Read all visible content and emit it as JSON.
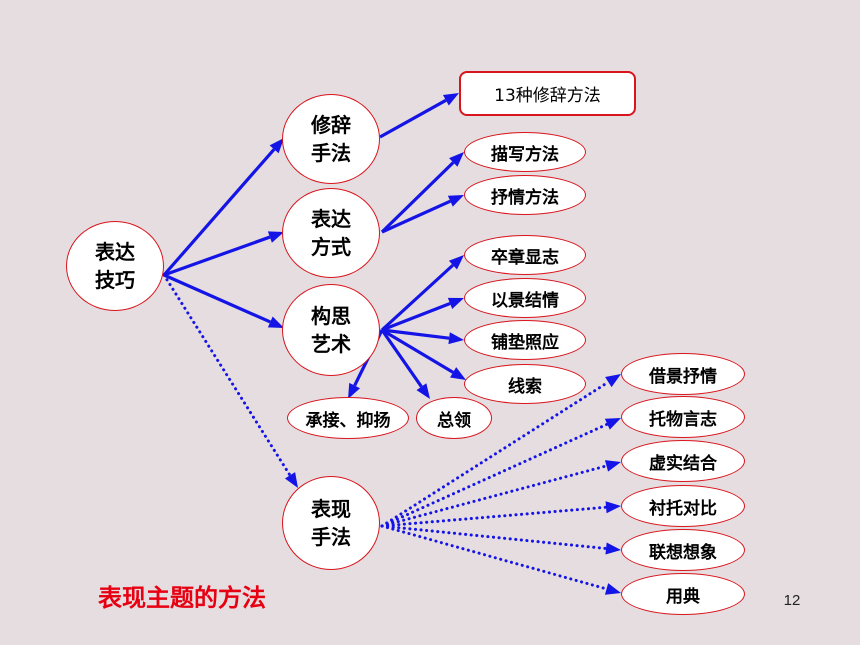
{
  "nodes": {
    "root": "表达技巧",
    "rhetoric": "修辞手法",
    "expression": "表达方式",
    "structure": "构思艺术",
    "performance": "表现手法",
    "rhetoric_methods": "13种修辞方法",
    "describe": "描写方法",
    "lyric": "抒情方法",
    "ending_theme": "卒章显志",
    "scene_emotion": "以景结情",
    "foreshadow": "铺垫照应",
    "clue": "线索",
    "transition": "承接、抑扬",
    "lead": "总领",
    "scene_lyric": "借景抒情",
    "object_aspiration": "托物言志",
    "real_virtual": "虚实结合",
    "contrast": "衬托对比",
    "association": "联想想象",
    "allusion": "用典"
  },
  "caption": "表现主题的方法",
  "page_number": "12",
  "colors": {
    "background": "#e6dde0",
    "node_border": "#d8141c",
    "arrow": "#1414e6",
    "caption": "#e60012"
  }
}
